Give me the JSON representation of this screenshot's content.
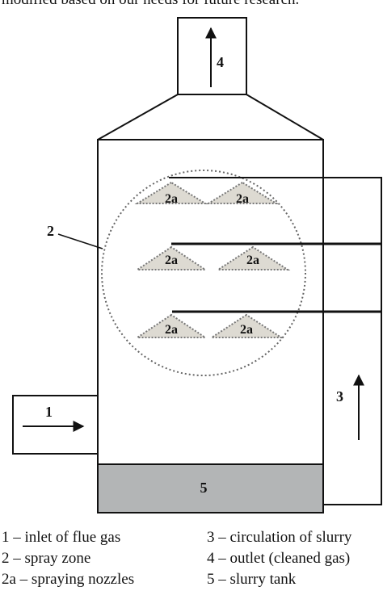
{
  "top_text": "modified based on our needs for future research.",
  "labels": {
    "outlet": "4",
    "spray_zone": "2",
    "nozzle": "2a",
    "inlet": "1",
    "circulation": "3",
    "tank": "5"
  },
  "legend": {
    "left": [
      "1 – inlet of flue gas",
      "2 – spray zone",
      "2a – spraying nozzles"
    ],
    "right": [
      "3 – circulation of slurry",
      "4 – outlet (cleaned gas)",
      "5 – slurry tank"
    ]
  },
  "colors": {
    "line": "#111111",
    "nozzle_fill": "#dddad2",
    "tank_fill": "#b3b5b6"
  }
}
